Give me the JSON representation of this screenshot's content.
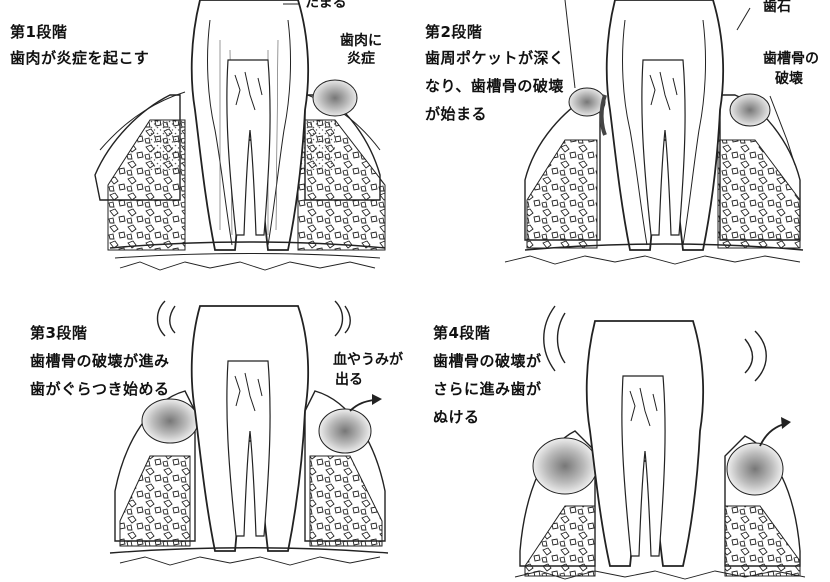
{
  "panels": [
    {
      "stage": "第1段階",
      "desc_lines": [
        "歯肉が炎症を起こす"
      ],
      "top_label": "たまる",
      "annotations": [
        "歯肉に",
        "炎症"
      ]
    },
    {
      "stage": "第2段階",
      "desc_lines": [
        "歯周ポケットが深く",
        "なり、歯槽骨の破壊",
        "が始まる"
      ],
      "annotations": [
        "歯石",
        "歯槽骨の",
        "破壊"
      ]
    },
    {
      "stage": "第3段階",
      "desc_lines": [
        "歯槽骨の破壊が進み",
        "歯がぐらつき始める"
      ],
      "annotations": [
        "血やうみが",
        "出る"
      ]
    },
    {
      "stage": "第4段階",
      "desc_lines": [
        "歯槽骨の破壊が",
        "さらに進み歯が",
        "ぬける"
      ],
      "annotations": []
    }
  ]
}
